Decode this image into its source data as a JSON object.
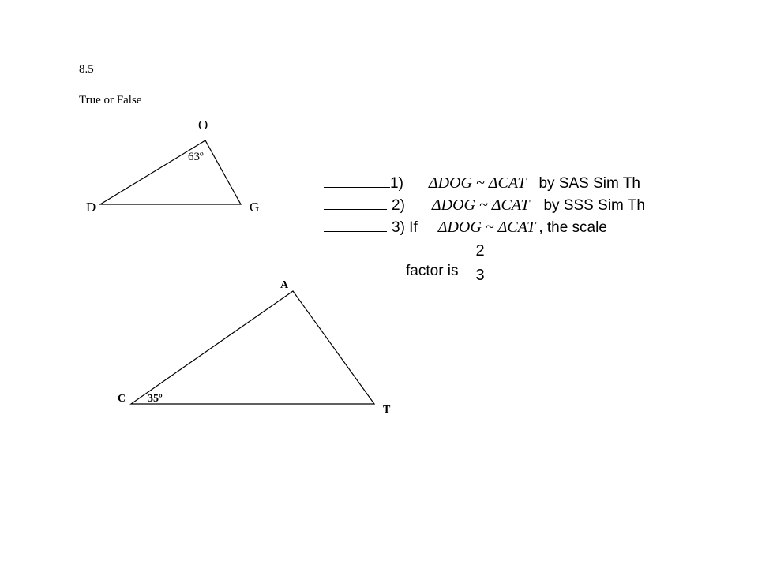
{
  "header": {
    "section_number": "8.5",
    "subtitle": "True or False"
  },
  "triangle_dog": {
    "vertex_top": "O",
    "vertex_left": "D",
    "vertex_right": "G",
    "angle_label": "63º"
  },
  "triangle_cat": {
    "vertex_top": "A",
    "vertex_left": "C",
    "vertex_right": "T",
    "angle_label": "35º"
  },
  "questions": [
    {
      "number": "1)",
      "expression": "ΔDOG ~ ΔCAT",
      "text": "by SAS Sim Th"
    },
    {
      "number": "2)",
      "expression": "ΔDOG ~ ΔCAT",
      "text": "by SSS Sim Th"
    },
    {
      "number": "3) If",
      "expression": "ΔDOG ~ ΔCAT",
      "text": ", the scale"
    }
  ],
  "factor": {
    "label": "factor is",
    "numerator": "2",
    "denominator": "3"
  }
}
